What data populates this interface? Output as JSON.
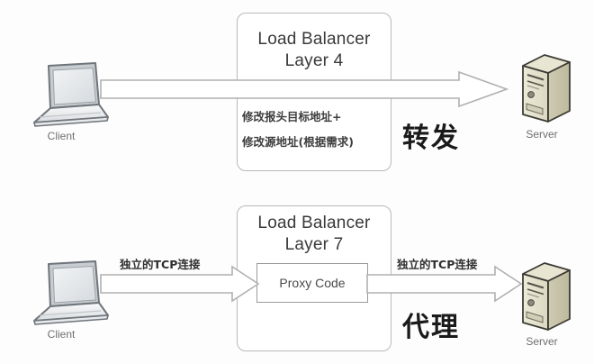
{
  "diagram": {
    "title_top": "Load Balancer Layer 4",
    "title_bottom": "Load Balancer Layer 7",
    "background": "#fdfdfd",
    "line_color": "#b0b0b0"
  },
  "top_section": {
    "load_balancer": {
      "line1": "Load Balancer",
      "line2": "Layer 4"
    },
    "notes": [
      "修改报头目标地址+",
      "修改源地址(根据需求)"
    ],
    "mode_label": "转发",
    "client": {
      "label": "Client",
      "icon": "laptop-icon"
    },
    "server": {
      "label": "Server",
      "icon": "server-tower-icon"
    },
    "arrow": {
      "name": "forward-arrow",
      "direction": "right"
    }
  },
  "bottom_section": {
    "load_balancer": {
      "line1": "Load Balancer",
      "line2": "Layer 7"
    },
    "proxy_code": "Proxy Code",
    "mode_label": "代理",
    "client": {
      "label": "Client",
      "icon": "laptop-icon"
    },
    "server": {
      "label": "Server",
      "icon": "server-tower-icon"
    },
    "left_connection_label": "独立的TCP连接",
    "right_connection_label": "独立的TCP连接"
  }
}
